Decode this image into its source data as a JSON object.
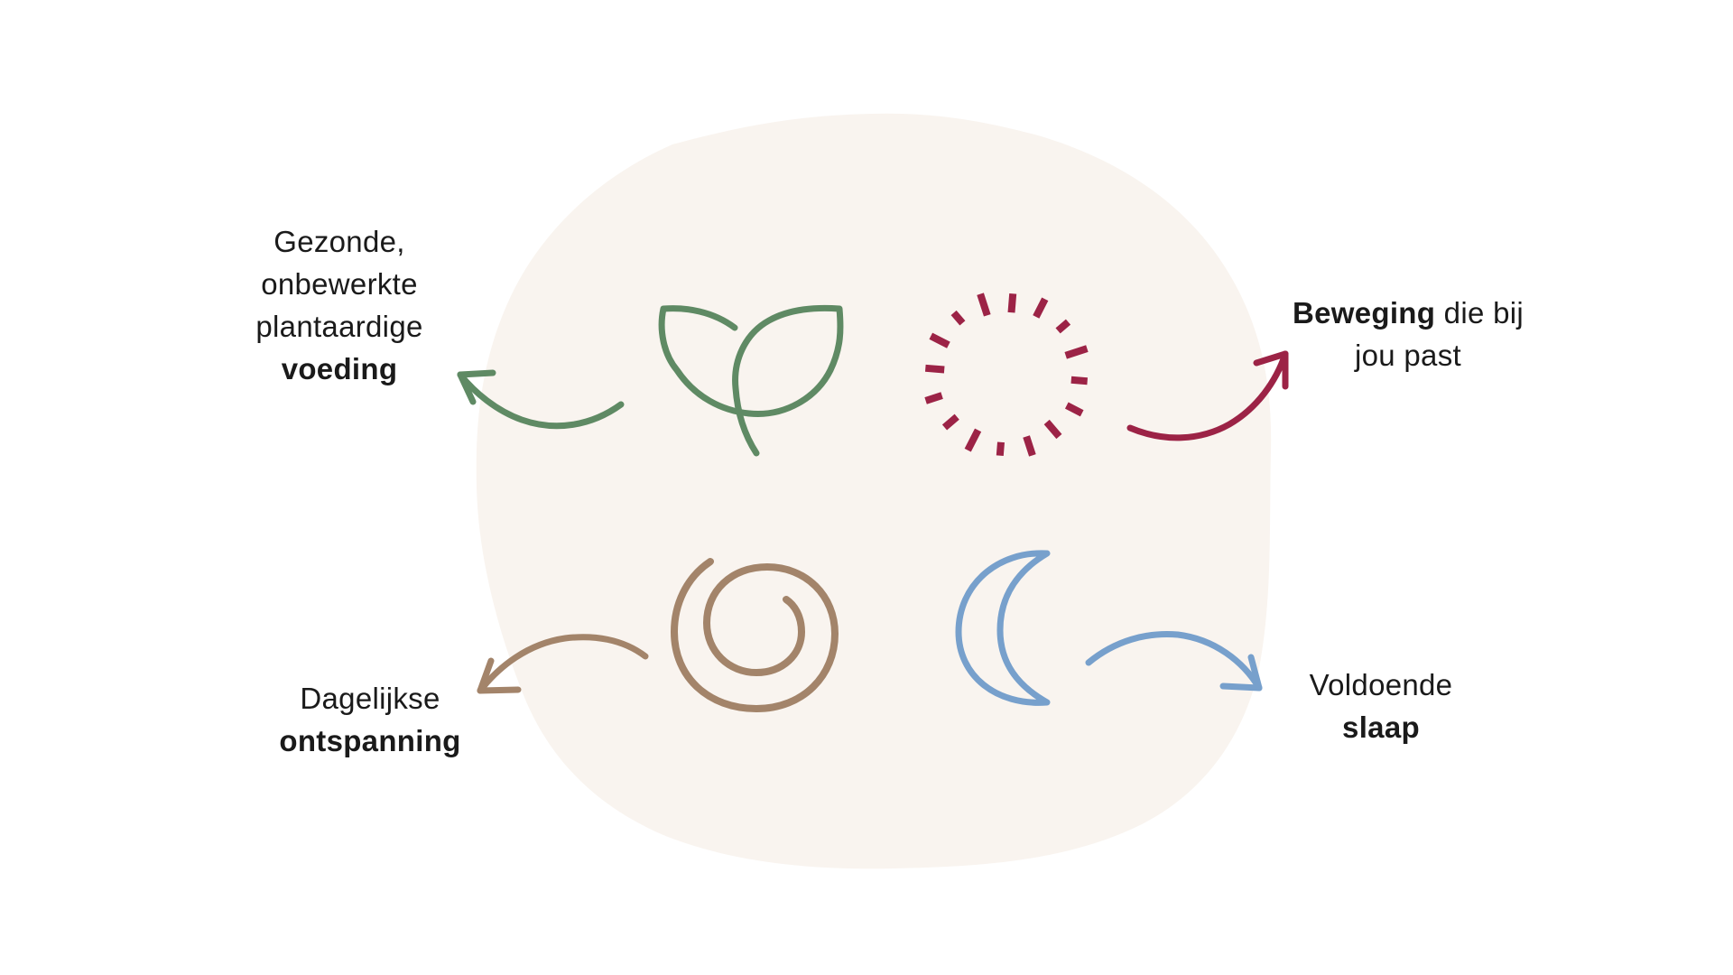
{
  "colors": {
    "background": "#ffffff",
    "blob": "#f9f4ef",
    "nutrition": "#5f8a64",
    "movement": "#9c2346",
    "relaxation": "#a3846a",
    "sleep": "#77a0cc",
    "text": "#1a1a1a"
  },
  "icons": {
    "nutrition": "leaf-sprout-icon",
    "movement": "sun-rays-icon",
    "relaxation": "spiral-icon",
    "sleep": "crescent-moon-icon"
  },
  "labels": {
    "nutrition": {
      "line1": "Gezonde,",
      "line2": "onbewerkte",
      "line3": "plantaardige",
      "bold": "voeding"
    },
    "movement": {
      "bold": "Beweging",
      "rest": " die bij",
      "line2": "jou past"
    },
    "relaxation": {
      "line1": "Dagelijkse",
      "bold": "ontspanning"
    },
    "sleep": {
      "line1": "Voldoende",
      "bold": "slaap"
    }
  }
}
